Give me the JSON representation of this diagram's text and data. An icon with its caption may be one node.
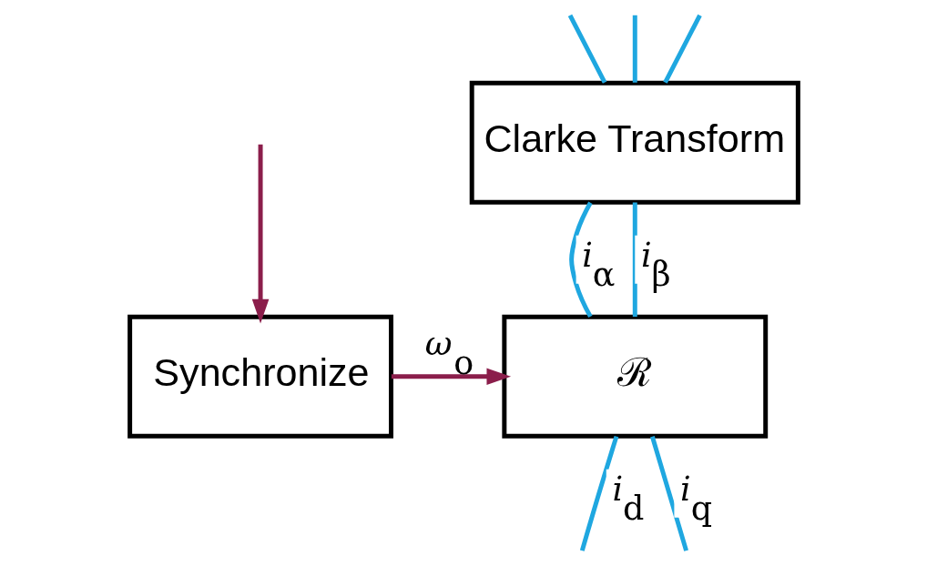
{
  "diagram": {
    "nodes": [
      {
        "text": [
          "Clarke Transform"
        ]
      },
      {
        "text": [
          "ℛ"
        ]
      },
      {
        "text": [
          "Synchronize"
        ]
      }
    ],
    "edges": [
      {
        "from": null,
        "to": 0,
        "arrow": "none",
        "color": "#1fa7e0"
      },
      {
        "from": null,
        "to": 0,
        "arrow": "none",
        "color": "#1fa7e0"
      },
      {
        "from": null,
        "to": 0,
        "arrow": "none",
        "color": "#1fa7e0"
      },
      {
        "from": 0,
        "to": 1,
        "arrow": "none",
        "label": "*i*$_{α}$",
        "color": "#1fa7e0"
      },
      {
        "from": 0,
        "to": 1,
        "arrow": "none",
        "label": "*i*$_{β}$",
        "color": "#1fa7e0"
      },
      {
        "from": 1,
        "to": null,
        "arrow": "none",
        "label": "*i*$_{d}$",
        "color": "#1fa7e0"
      },
      {
        "from": 1,
        "to": null,
        "arrow": "none",
        "label": "*i*$_{q}$",
        "color": "#1fa7e0"
      },
      {
        "from": null,
        "to": 2,
        "arrow": "to",
        "color": "#8b1e4b"
      },
      {
        "from": 2,
        "to": 1,
        "arrow": "to",
        "label": "*ω*$_{o}$",
        "color": "#8b1e4b"
      }
    ]
  }
}
